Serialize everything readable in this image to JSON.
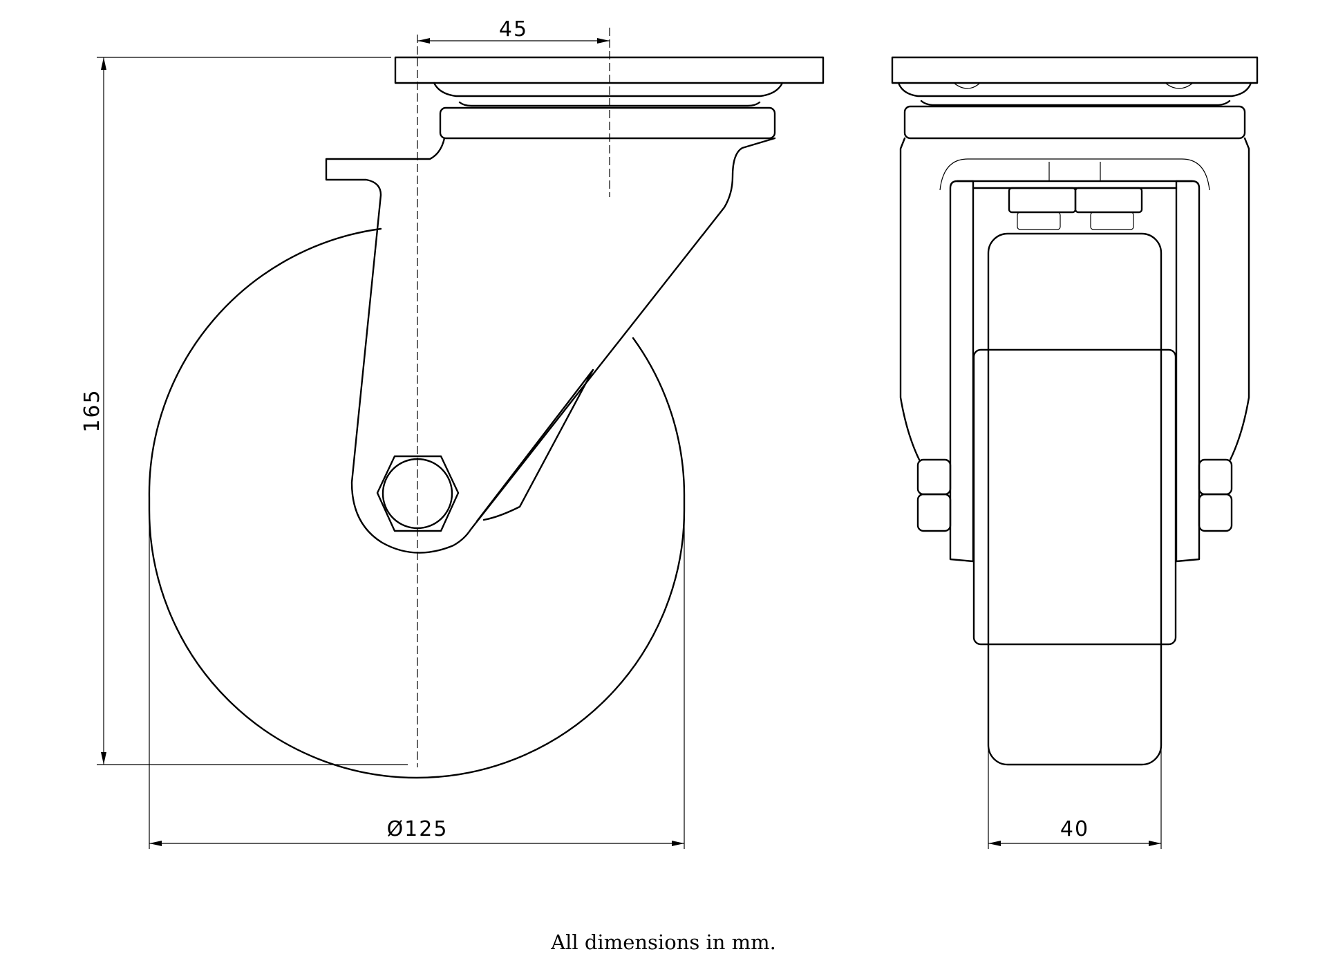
{
  "dimensions": {
    "offset": "45",
    "height": "165",
    "wheel_diameter": "Ø125",
    "wheel_width": "40"
  },
  "footer_note": "All dimensions in mm."
}
